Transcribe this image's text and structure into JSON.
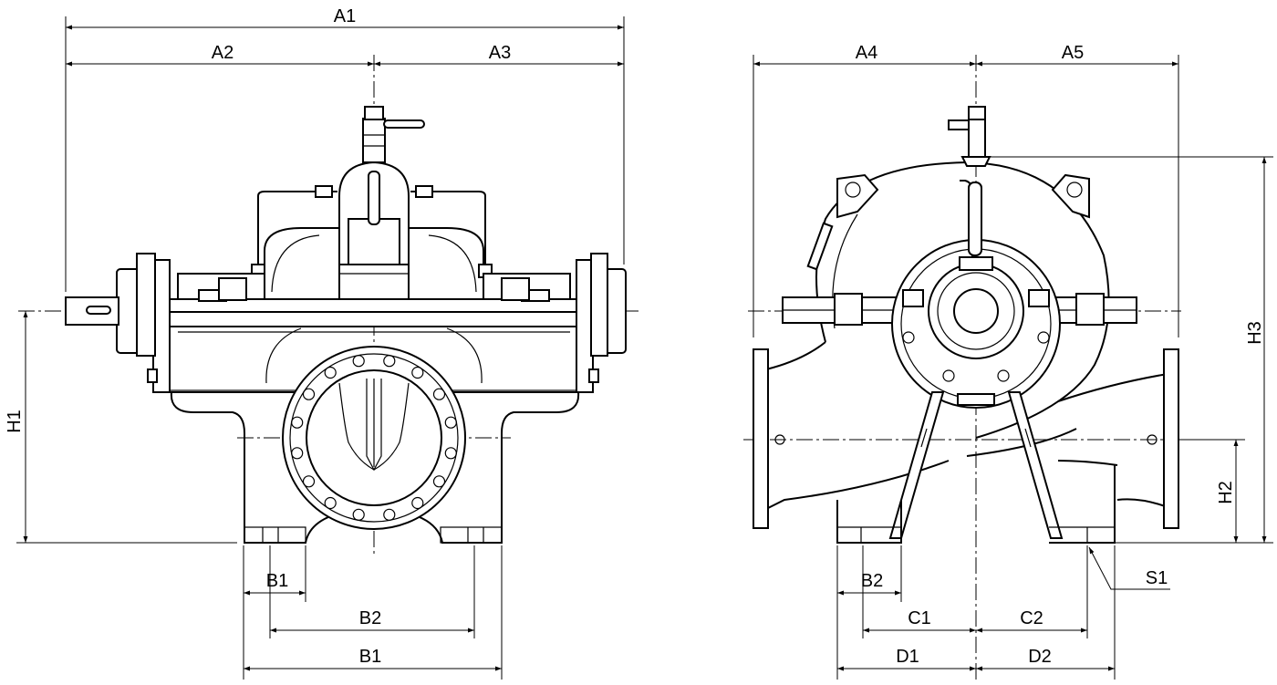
{
  "front_view": {
    "labels": {
      "a1": "A1",
      "a2": "A2",
      "a3": "A3",
      "h1": "H1",
      "b1_small": "B1",
      "b2": "B2",
      "b1_large": "B1"
    }
  },
  "side_view": {
    "labels": {
      "a4": "A4",
      "a5": "A5",
      "h3": "H3",
      "h2": "H2",
      "b2": "B2",
      "s1": "S1",
      "c1": "C1",
      "c2": "C2",
      "d1": "D1",
      "d2": "D2"
    }
  },
  "colors": {
    "line": "#000000",
    "background": "#ffffff"
  }
}
